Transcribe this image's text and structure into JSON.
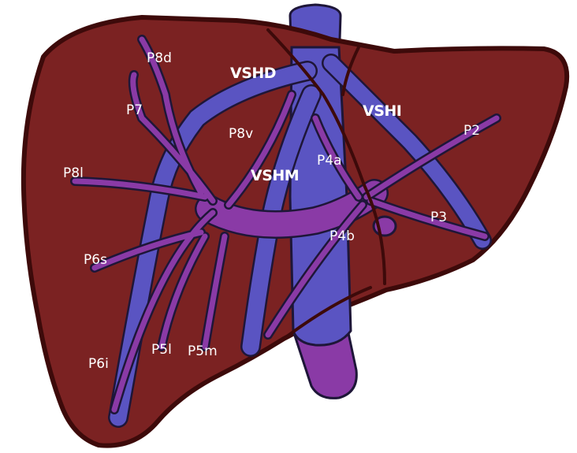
{
  "labels": {
    "vshd": "VSHD",
    "vshi": "VSHI",
    "vshm": "VSHM",
    "p8d": "P8d",
    "p7": "P7",
    "p8v": "P8v",
    "p8l": "P8l",
    "p4a": "P4a",
    "p2": "P2",
    "p3": "P3",
    "p4b": "P4b",
    "p6s": "P6s",
    "p6i": "P6i",
    "p5l": "P5l",
    "p5m": "P5m"
  },
  "colors": {
    "liver": "#7b2222",
    "outline": "#3d0a0a",
    "hepatic_vein": "#5a54c2",
    "portal_vein": "#8a3aa6",
    "vessel_outline": "#1e1638",
    "label_text": "#ffffff"
  }
}
